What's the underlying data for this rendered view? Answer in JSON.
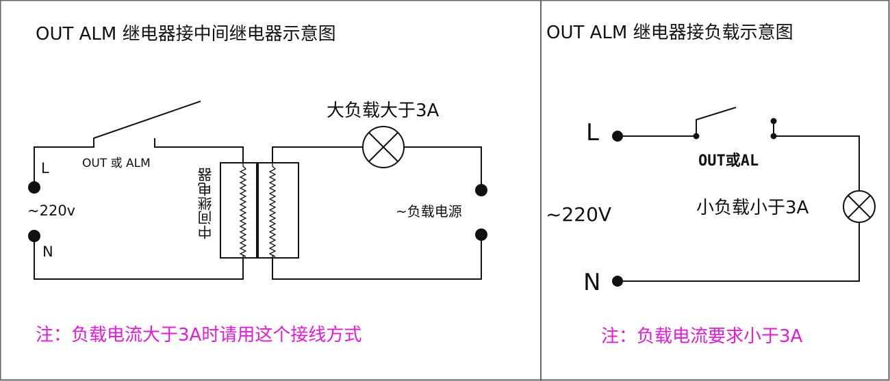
{
  "left_panel": {
    "title": "OUT ALM 继电器接中间继电器示意图",
    "switch_label": "OUT 或 ALM",
    "terminal_l": "L",
    "terminal_n": "N",
    "voltage": "~220v",
    "relay_label": "中间继电器",
    "lamp_label": "大负载大于3A",
    "load_supply_label": "~负载电源",
    "note": "注：负载电流大于3A时请用这个接线方式"
  },
  "right_panel": {
    "title": "OUT ALM 继电器接负载示意图",
    "terminal_l": "L",
    "terminal_n": "N",
    "voltage": "~220V",
    "switch_label": "OUT或AL",
    "lamp_label": "小负载小于3A",
    "note": "注：负载电流要求小于3A"
  },
  "colors": {
    "note": "#e619d9",
    "line": "#111111",
    "border": "#666666"
  }
}
